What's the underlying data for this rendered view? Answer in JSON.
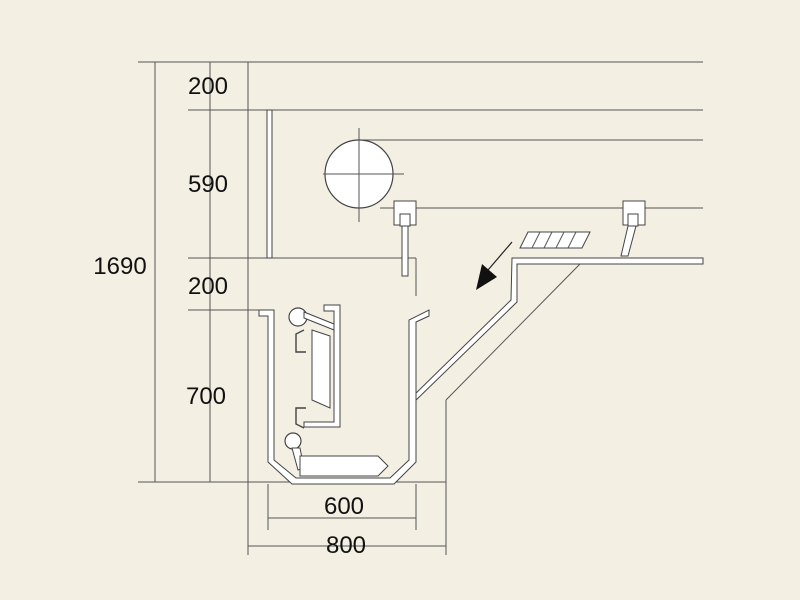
{
  "dimensions": {
    "total_height": "1690",
    "top_height": "200",
    "middle_height": "590",
    "lower_gap": "200",
    "trench_depth": "700",
    "inner_width": "600",
    "outer_width": "800"
  },
  "colors": {
    "background": "#f3efe3",
    "line": "#444444",
    "fill_white": "#ffffff"
  },
  "icons": {
    "flow_arrow": "arrow-down-left-icon",
    "pipe": "circle-pipe-icon",
    "support": "bracket-icon"
  }
}
